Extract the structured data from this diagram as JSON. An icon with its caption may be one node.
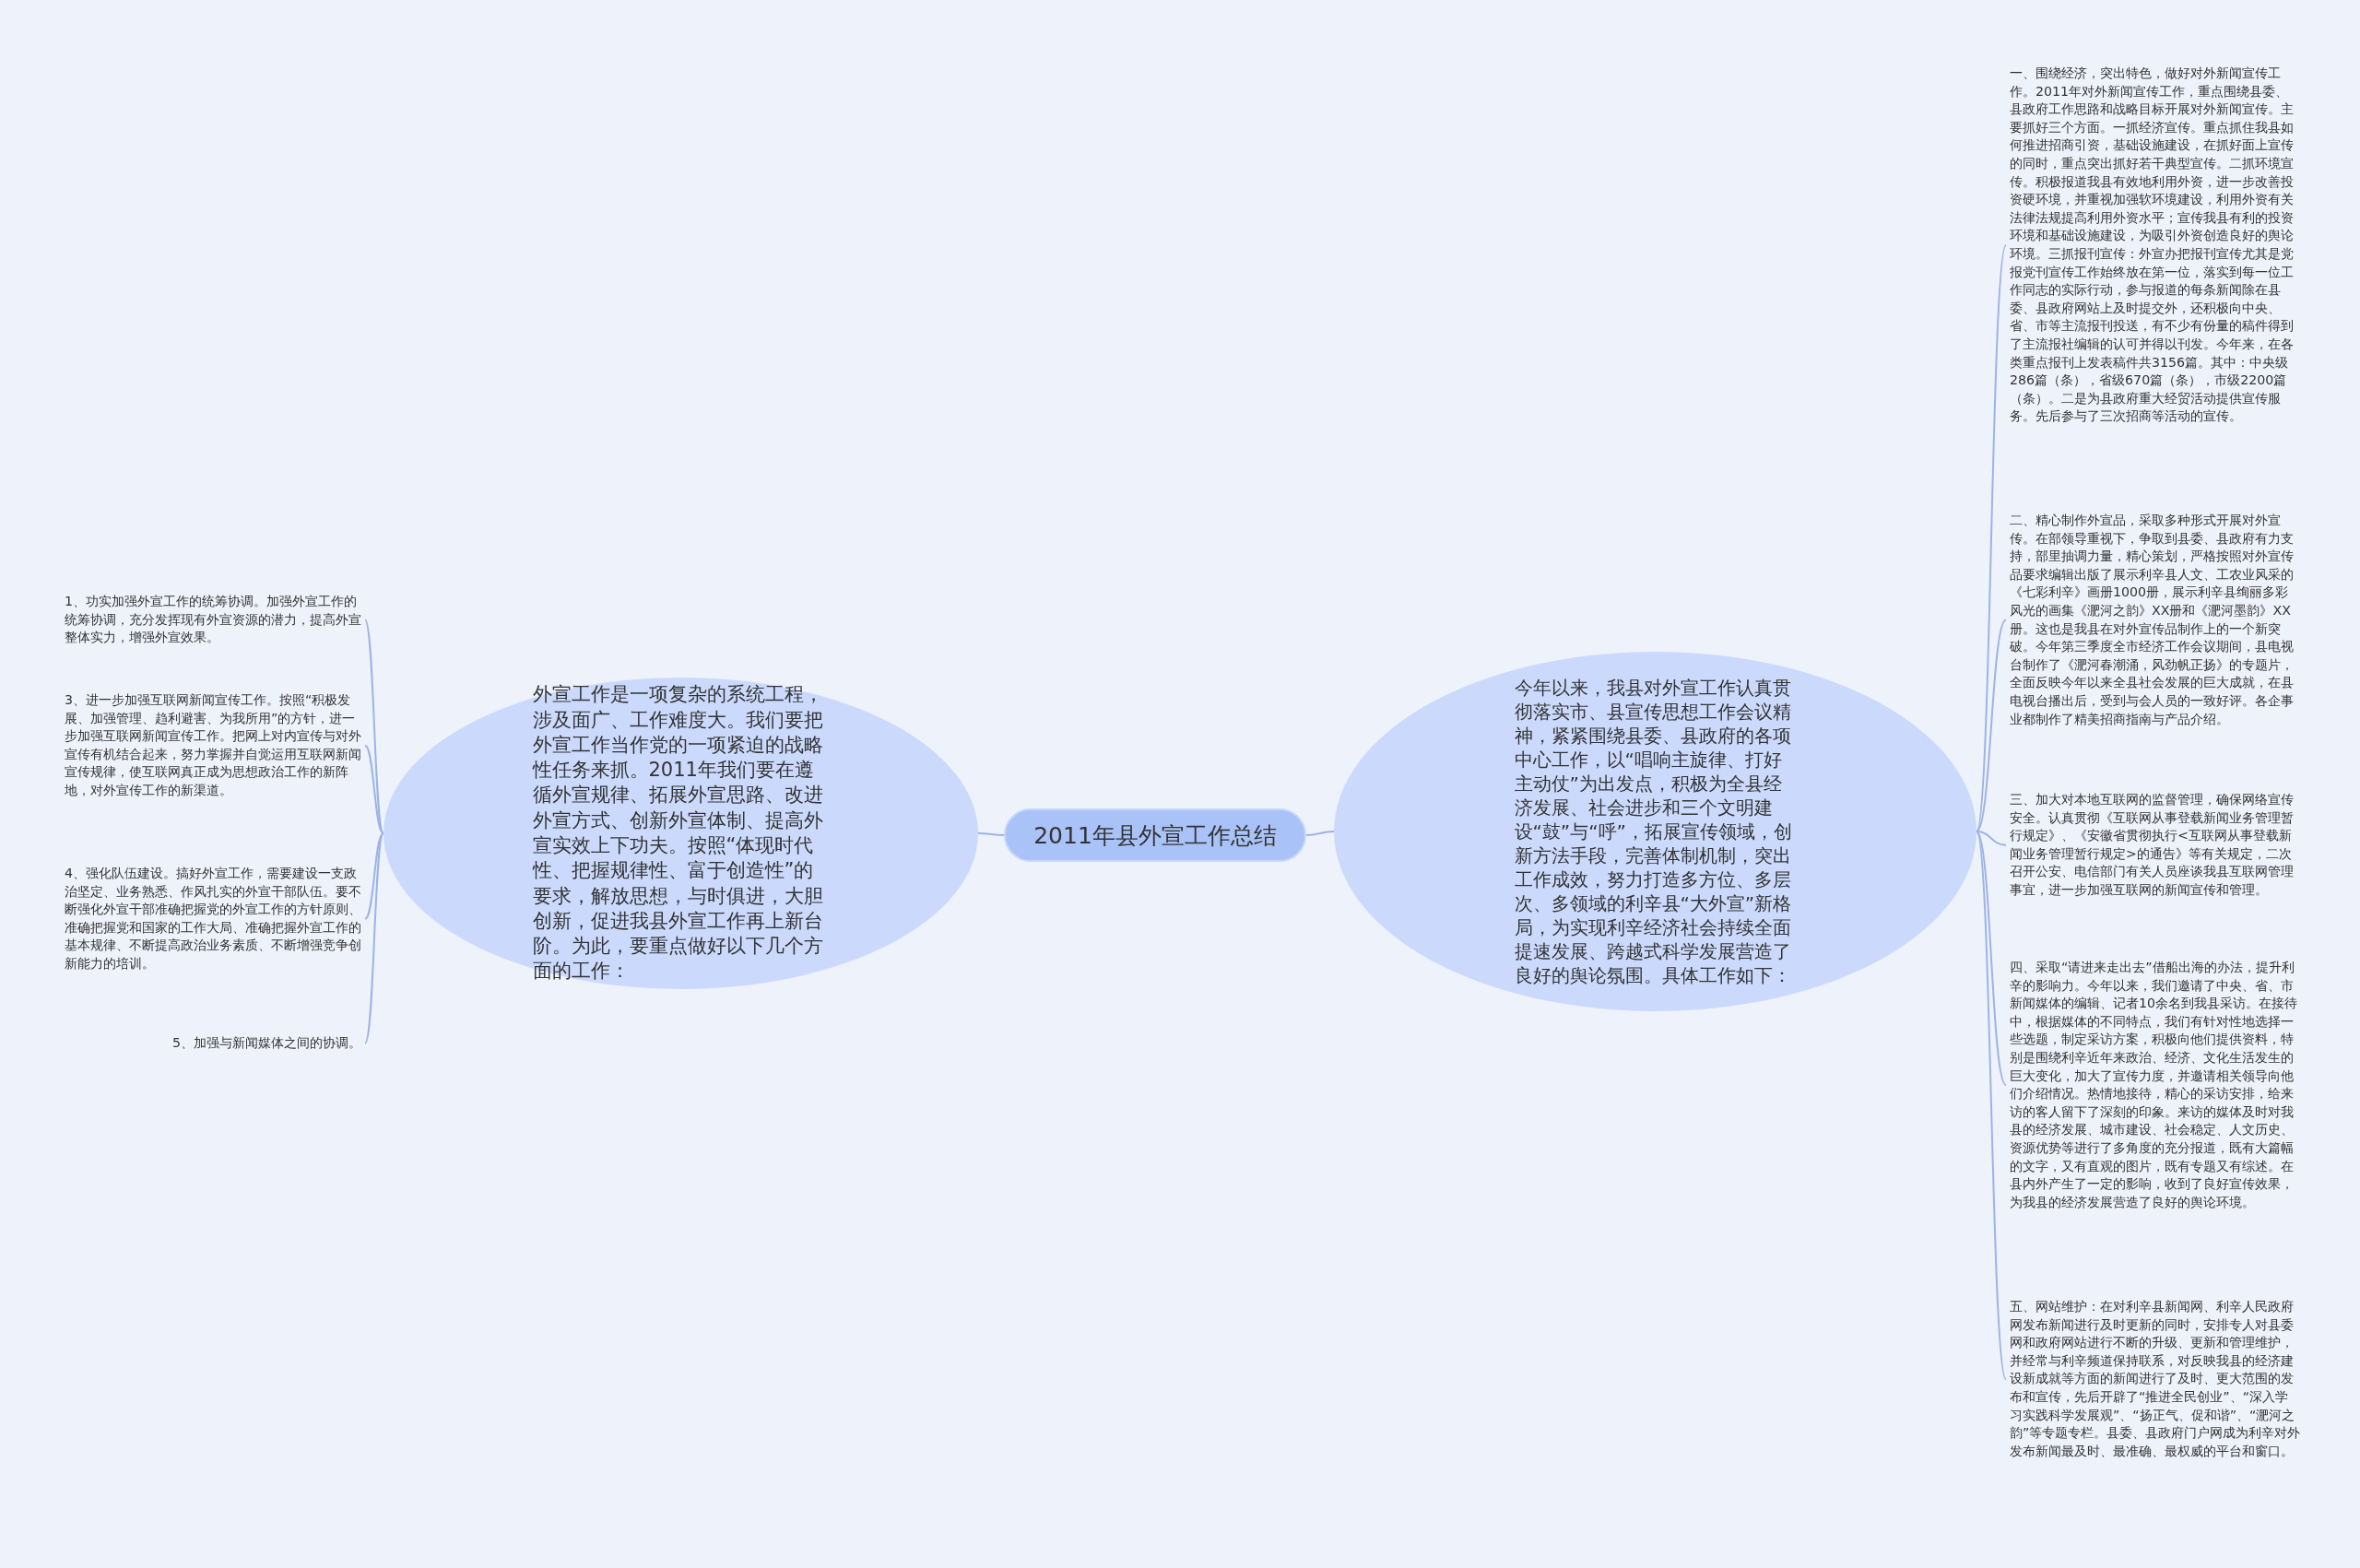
{
  "diagram": {
    "nodes": [
      {
        "text": [
          "2011年县外宣工作总结"
        ]
      },
      {
        "text": [
          "外宣工作是一项复杂的系统工程，涉及面广、工作难度大。我们要把外宣工作当作党的一项紧迫的战略性任务来抓。2011年我们要在遵循外宣规律、拓展外宣思路、改进外宣方式、创新外宣体制、提高外宣实效上下功夫。按照“体现时代性、把握规律性、富于创造性”的要求，解放思想，与时俱进，大胆创新，促进我县外宣工作再上新台阶。为此，要重点做好以下几个方面的工作："
        ]
      },
      {
        "text": [
          "1、功实加强外宣工作的统筹协调。加强外宣工作的统筹协调，充分发挥现有外宣资源的潜力，提高外宣整体实力，增强外宣效果。"
        ]
      },
      {
        "text": [
          "3、进一步加强互联网新闻宣传工作。按照“积极发展、加强管理、趋利避害、为我所用”的方针，进一步加强互联网新闻宣传工作。把网上对内宣传与对外宣传有机结合起来，努力掌握并自觉运用互联网新闻宣传规律，使互联网真正成为思想政治工作的新阵地，对外宣传工作的新渠道。"
        ]
      },
      {
        "text": [
          "4、强化队伍建设。搞好外宣工作，需要建设一支政治坚定、业务熟悉、作风扎实的外宣干部队伍。要不断强化外宣干部准确把握党的外宣工作的方针原则、准确把握党和国家的工作大局、准确把握外宣工作的基本规律、不断提高政治业务素质、不断增强竞争创新能力的培训。"
        ]
      },
      {
        "text": [
          "5、加强与新闻媒体之间的协调。"
        ]
      },
      {
        "text": [
          "今年以来，我县对外宣工作认真贯彻落实市、县宣传思想工作会议精神，紧紧围绕县委、县政府的各项中心工作，以“唱响主旋律、打好主动仗”为出发点，积极为全县经济发展、社会进步和三个文明建设“鼓”与“呼”，拓展宣传领域，创新方法手段，完善体制机制，突出工作成效，努力打造多方位、多层次、多领域的利辛县“大外宣”新格局，为实现利辛经济社会持续全面提速发展、跨越式科学发展营造了良好的舆论氛围。具体工作如下："
        ]
      },
      {
        "text": [
          "一、围绕经济，突出特色，做好对外新闻宣传工作。2011年对外新闻宣传工作，重点围绕县委、县政府工作思路和战略目标开展对外新闻宣传。主要抓好三个方面。一抓经济宣传。重点抓住我县如何推进招商引资，基础设施建设，在抓好面上宣传的同时，重点突出抓好若干典型宣传。二抓环境宣传。积极报道我县有效地利用外资，进一步改善投资硬环境，并重视加强软环境建设，利用外资有关法律法规提高利用外资水平；宣传我县有利的投资环境和基础设施建设，为吸引外资创造良好的舆论环境。三抓报刊宣传：外宣办把报刊宣传尤其是党报党刊宣传工作始终放在第一位，落实到每一位工作同志的实际行动，参与报道的每条新闻除在县委、县政府网站上及时提交外，还积极向中央、省、市等主流报刊投送，有不少有份量的稿件得到了主流报社编辑的认可并得以刊发。今年来，在各类重点报刊上发表稿件共3156篇。其中：中央级286篇（条），省级670篇（条），市级2200篇（条）。二是为县政府重大经贸活动提供宣传服务。先后参与了三次招商等活动的宣传。"
        ]
      },
      {
        "text": [
          "二、精心制作外宣品，采取多种形式开展对外宣传。在部领导重视下，争取到县委、县政府有力支持，部里抽调力量，精心策划，严格按照对外宣传品要求编辑出版了展示利辛县人文、工农业风采的《七彩利辛》画册1000册，展示利辛县绚丽多彩风光的画集《淝河之韵》XX册和《淝河墨韵》XX册。这也是我县在对外宣传品制作上的一个新突破。今年第三季度全市经济工作会议期间，县电视台制作了《淝河春潮涌，风劲帆正扬》的专题片，全面反映今年以来全县社会发展的巨大成就，在县电视台播出后，受到与会人员的一致好评。各企事业都制作了精美招商指南与产品介绍。"
        ]
      },
      {
        "text": [
          "三、加大对本地互联网的监督管理，确保网络宣传安全。认真贯彻《互联网从事登载新闻业务管理暂行规定》、《安徽省贯彻执行<互联网从事登载新闻业务管理暂行规定>的通告》等有关规定，二次召开公安、电信部门有关人员座谈我县互联网管理事宜，进一步加强互联网的新闻宣传和管理。"
        ]
      },
      {
        "text": [
          "四、采取“请进来走出去”借船出海的办法，提升利辛的影响力。今年以来，我们邀请了中央、省、市新闻媒体的编辑、记者10余名到我县采访。在接待中，根据媒体的不同特点，我们有针对性地选择一些选题，制定采访方案，积极向他们提供资料，特别是围绕利辛近年来政治、经济、文化生活发生的巨大变化，加大了宣传力度，并邀请相关领导向他们介绍情况。热情地接待，精心的采访安排，给来访的客人留下了深刻的印象。来访的媒体及时对我县的经济发展、城市建设、社会稳定、人文历史、资源优势等进行了多角度的充分报道，既有大篇幅的文字，又有直观的图片，既有专题又有综述。在县内外产生了一定的影响，收到了良好宣传效果，为我县的经济发展营造了良好的舆论环境。"
        ]
      },
      {
        "text": [
          "五、网站维护：在对利辛县新闻网、利辛人民政府网发布新闻进行及时更新的同时，安排专人对县委网和政府网站进行不断的升级、更新和管理维护，并经常与利辛频道保持联系，对反映我县的经济建设新成就等方面的新闻进行了及时、更大范围的发布和宣传，先后开辟了“推进全民创业”、“深入学习实践科学发展观”、“扬正气、促和谐”、“淝河之韵”等专题专栏。县委、县政府门户网成为利辛对外发布新闻最及时、最准确、最权威的平台和窗口。"
        ]
      }
    ],
    "edges": [
      {
        "from": 0,
        "to": 1,
        "arrow": "none"
      },
      {
        "from": 0,
        "to": 6,
        "arrow": "none"
      },
      {
        "from": 1,
        "to": 2,
        "arrow": "none"
      },
      {
        "from": 1,
        "to": 3,
        "arrow": "none"
      },
      {
        "from": 1,
        "to": 4,
        "arrow": "none"
      },
      {
        "from": 1,
        "to": 5,
        "arrow": "none"
      },
      {
        "from": 6,
        "to": 7,
        "arrow": "none"
      },
      {
        "from": 6,
        "to": 8,
        "arrow": "none"
      },
      {
        "from": 6,
        "to": 9,
        "arrow": "none"
      },
      {
        "from": 6,
        "to": 10,
        "arrow": "none"
      },
      {
        "from": 6,
        "to": 11,
        "arrow": "none"
      }
    ]
  }
}
